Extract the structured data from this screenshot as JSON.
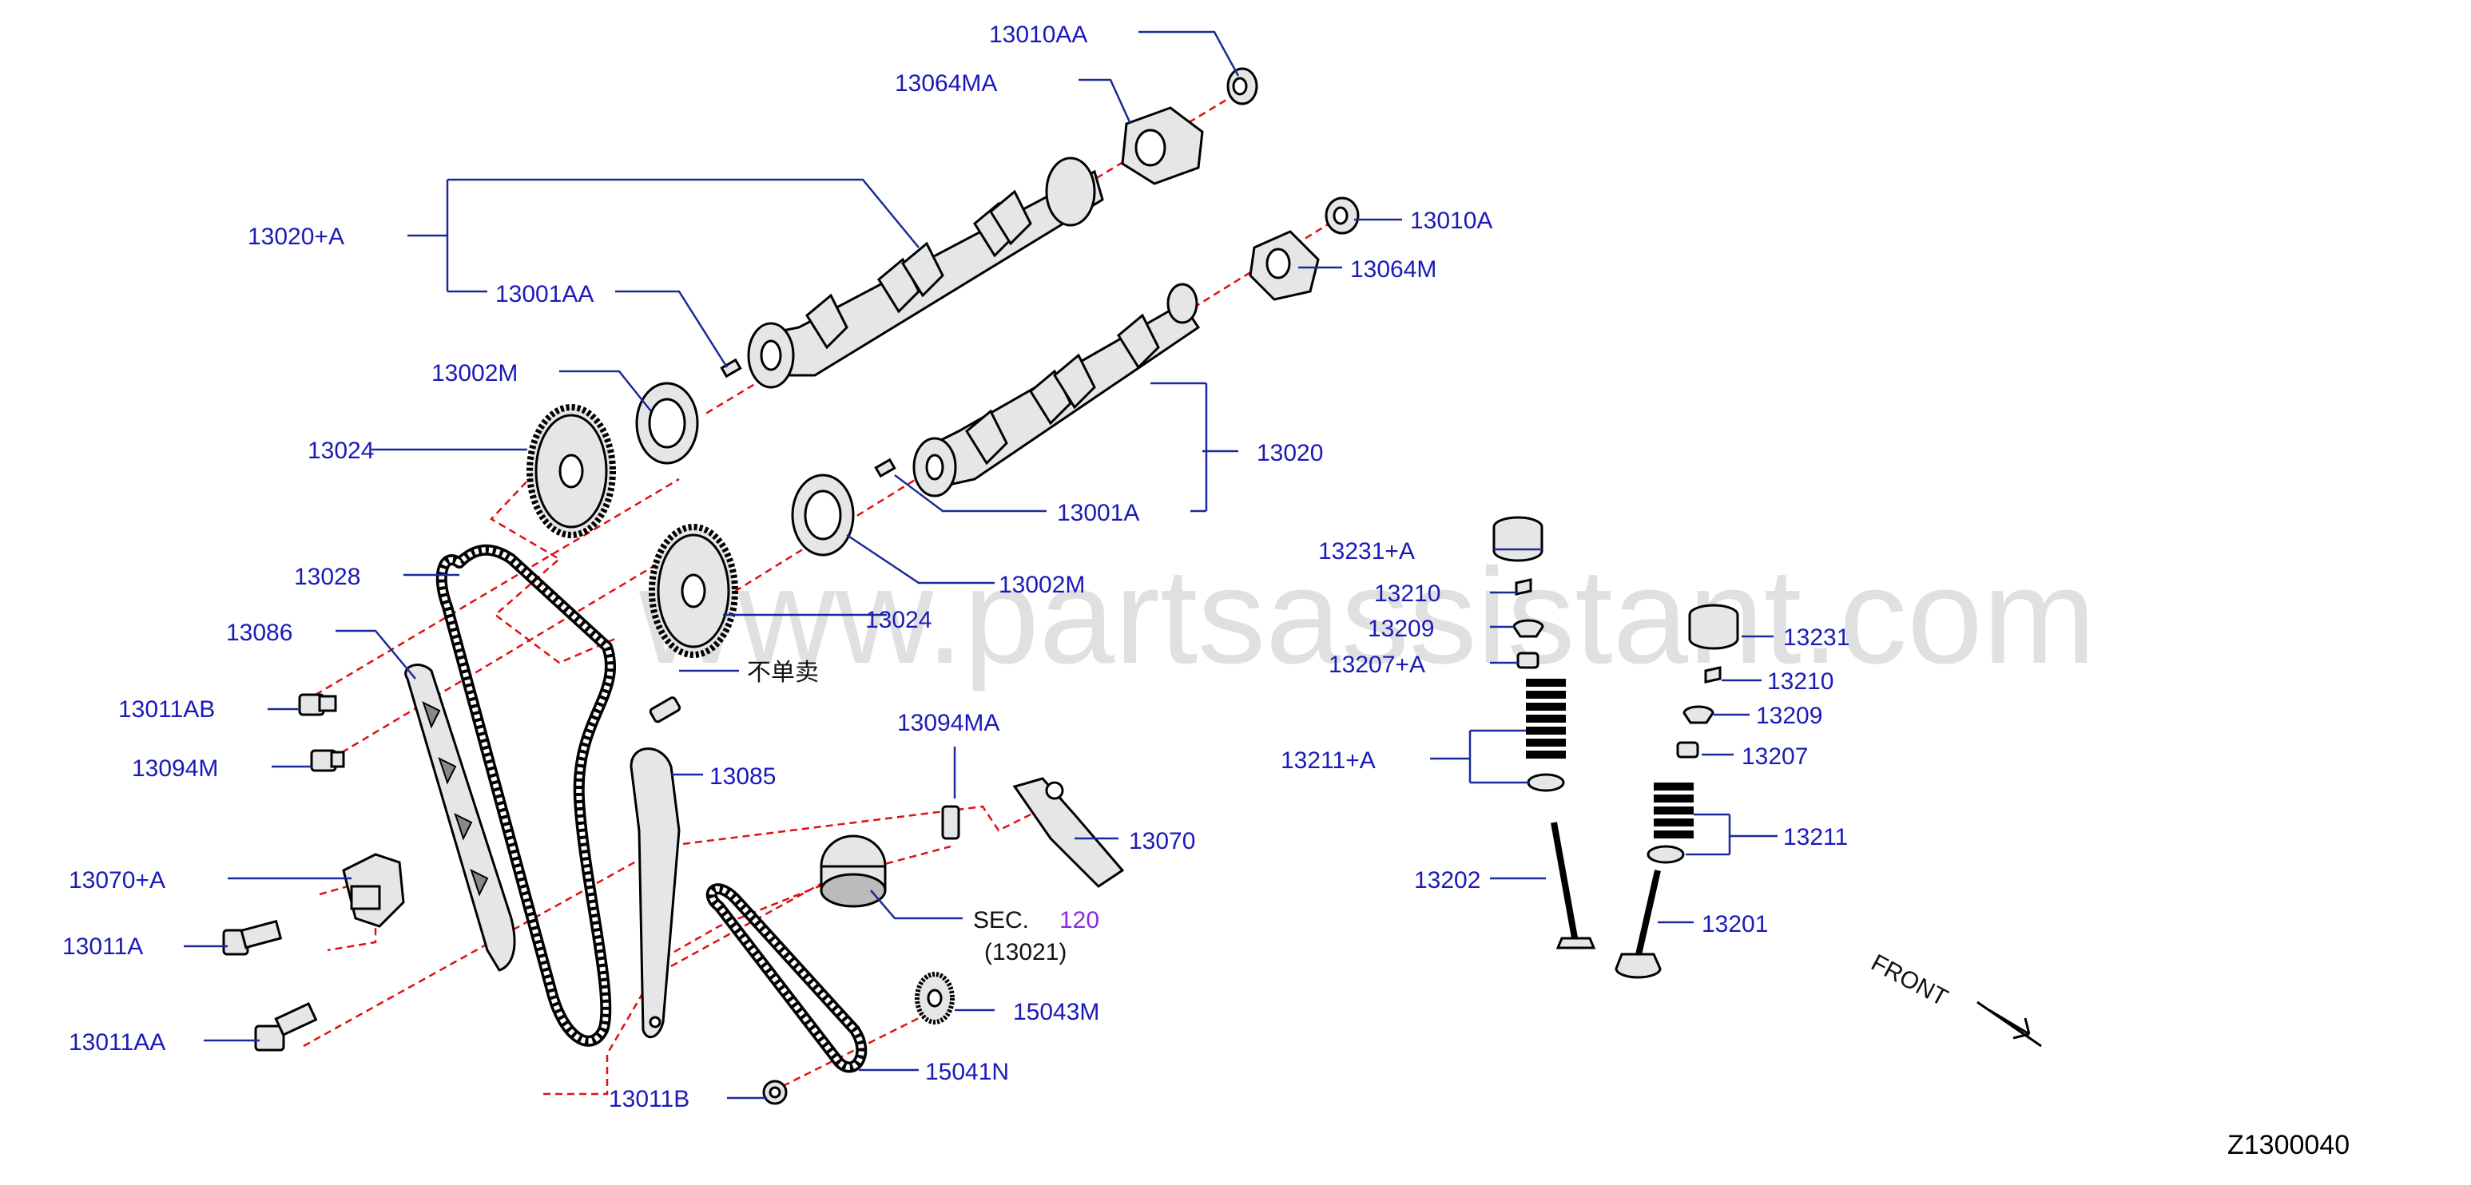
{
  "watermark": "www.partsassistant.com",
  "diagram_code": "Z1300040",
  "front_label": "FRONT",
  "note_not_sold": "不单卖",
  "sec_ref": {
    "sec": "SEC.",
    "num": "120",
    "sub": "(13021)"
  },
  "colors": {
    "label": "#1a1ab8",
    "leader": "#1a2a9a",
    "centerline": "#e01010",
    "sec_number": "#8a2be2"
  },
  "labels": {
    "p13010AA": "13010AA",
    "p13064MA": "13064MA",
    "p13020A": "13020+A",
    "p13001AA": "13001AA",
    "p13002M_l": "13002M",
    "p13024_l": "13024",
    "p13028": "13028",
    "p13086": "13086",
    "p13011AB": "13011AB",
    "p13094M": "13094M",
    "p13070A": "13070+A",
    "p13011A": "13011A",
    "p13011AA_b": "13011AA",
    "p13011B": "13011B",
    "p13010A": "13010A",
    "p13064M": "13064M",
    "p13020": "13020",
    "p13001A": "13001A",
    "p13002M_r": "13002M",
    "p13024_r": "13024",
    "p13094MA": "13094MA",
    "p13085": "13085",
    "p13070": "13070",
    "p15043M": "15043M",
    "p15041N": "15041N",
    "p13231A": "13231+A",
    "p13210_l": "13210",
    "p13209_l": "13209",
    "p13207A": "13207+A",
    "p13211A": "13211+A",
    "p13202": "13202",
    "p13231": "13231",
    "p13210_r": "13210",
    "p13209_r": "13209",
    "p13207": "13207",
    "p13211": "13211",
    "p13201": "13201"
  }
}
